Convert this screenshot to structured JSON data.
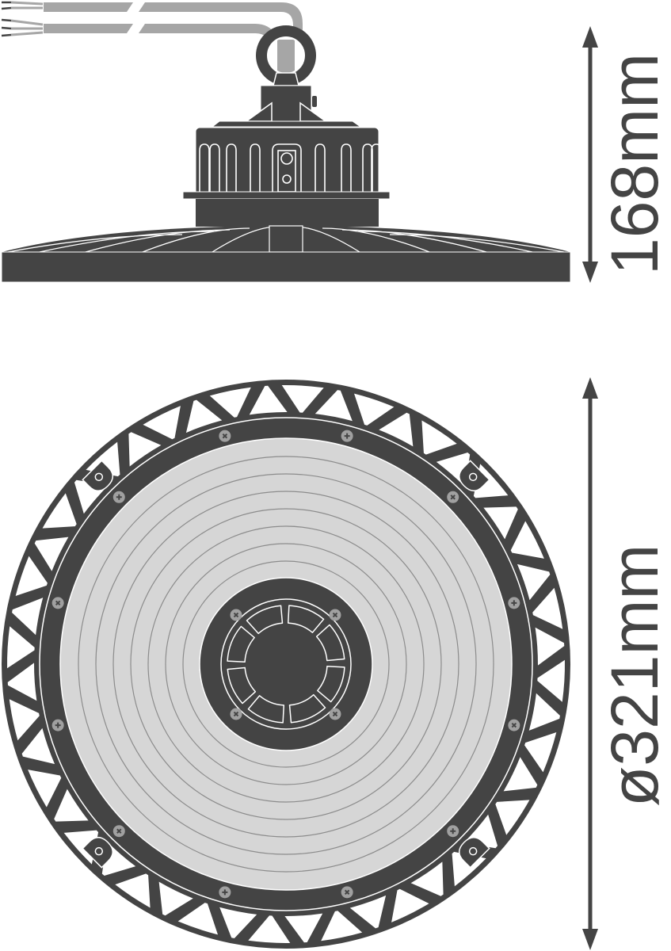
{
  "drawing": {
    "subject": "LED high-bay luminaire dimensional drawing",
    "views": [
      {
        "name": "side-view",
        "label": ""
      },
      {
        "name": "bottom-view",
        "label": ""
      }
    ],
    "dimensions": {
      "height": {
        "value": 168,
        "unit": "mm",
        "label": "168mm"
      },
      "diameter": {
        "value": 321,
        "unit": "mm",
        "label": "ø321mm"
      }
    },
    "colors": {
      "body": "#444444",
      "cable": "#a6a6a6",
      "lens": "#d6d6d6",
      "lens_ring": "#8c8c8c",
      "screw": "#a0a0a0",
      "outline": "#ffffff",
      "background": "#ffffff"
    },
    "details": {
      "cable_count": 2,
      "wire_ends": [
        2,
        3
      ],
      "lens_rings": 9,
      "bezel_screws": 12,
      "hub_screws": 4,
      "hub_slots": 8,
      "mounting_tabs": 4,
      "fin_count": 48
    }
  }
}
